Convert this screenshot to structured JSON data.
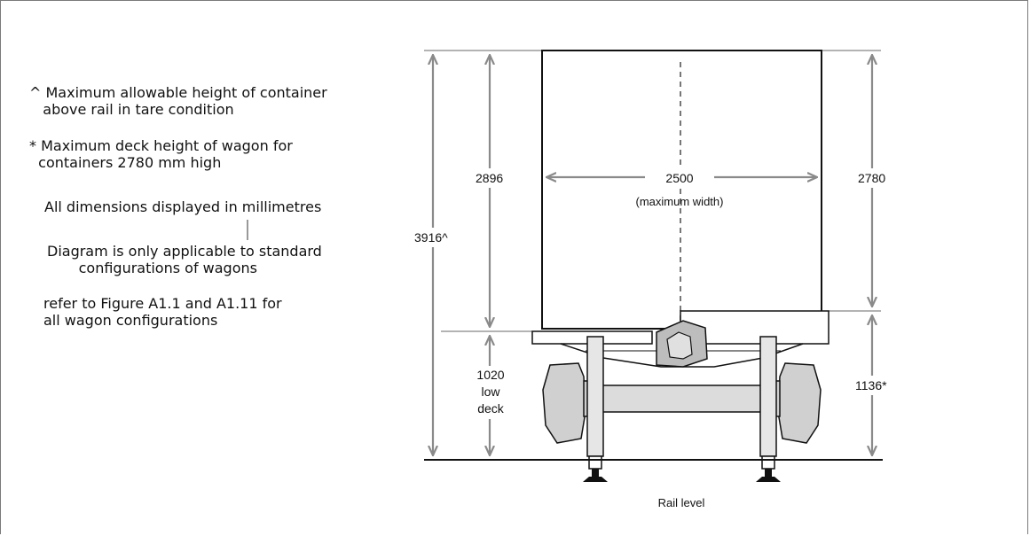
{
  "notes": {
    "tare_height": "^ Maximum allowable height of container\n   above rail in tare condition",
    "deck_height": "* Maximum deck height of wagon for\n  containers 2780 mm high",
    "units": "All dimensions displayed in millimetres",
    "applicability": "Diagram is only applicable to standard\n       configurations of wagons",
    "reference": "refer to Figure A1.1 and A1.11 for\nall wagon configurations"
  },
  "dimensions": {
    "overall_height": "3916^",
    "container_height_low": "2896",
    "container_width": "2500",
    "width_note": "(maximum width)",
    "container_height_high": "2780",
    "low_deck_value": "1020",
    "low_deck_line1": "low",
    "low_deck_line2": "deck",
    "deck_height": "1136*",
    "rail": "Rail level"
  },
  "colors": {
    "dimension_lines": "#8a8a8a",
    "container_outline": "#111111",
    "wheel_fill": "#d0d0d0",
    "axle_fill": "#dcdcdc"
  }
}
